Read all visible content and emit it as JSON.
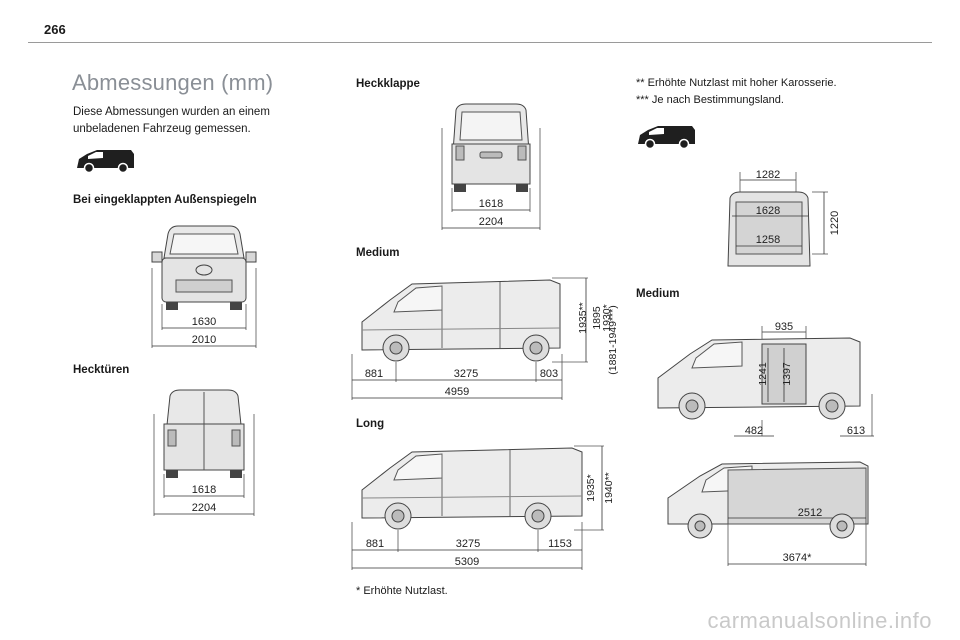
{
  "page": {
    "number": "266",
    "watermark": "carmanualsonline.info"
  },
  "left": {
    "title": "Abmessungen (mm)",
    "intro": "Diese Abmessungen wurden an einem unbeladenen Fahrzeug gemessen.",
    "mirrors_heading": "Bei eingeklappten Außenspiegeln",
    "front_dims": [
      "1630",
      "2010"
    ],
    "rear_doors_heading": "Hecktüren",
    "rear_doors_dims": [
      "1618",
      "2204"
    ]
  },
  "middle": {
    "tailgate_heading": "Heckklappe",
    "tailgate_dims": [
      "1618",
      "2204"
    ],
    "medium_heading": "Medium",
    "medium_heights": [
      "1895",
      "1930*",
      "1935**",
      "(1881-1949***)"
    ],
    "medium_lengths": [
      "881",
      "3275",
      "803",
      "4959"
    ],
    "long_heading": "Long",
    "long_heights": [
      "1935*",
      "1940**"
    ],
    "long_lengths": [
      "881",
      "3275",
      "1153",
      "5309"
    ],
    "footnote": "* Erhöhte Nutzlast."
  },
  "right": {
    "note1": "** Erhöhte Nutzlast mit hoher Karosserie.",
    "note2": "*** Je nach Bestimmungsland.",
    "cargo_rear_dims": [
      "1282",
      "1628",
      "1258",
      "1220"
    ],
    "medium_heading": "Medium",
    "cargo_side_dims": [
      "935",
      "1241",
      "1397",
      "482",
      "613"
    ],
    "cargo_floor_dims": [
      "2512",
      "3674*"
    ]
  }
}
